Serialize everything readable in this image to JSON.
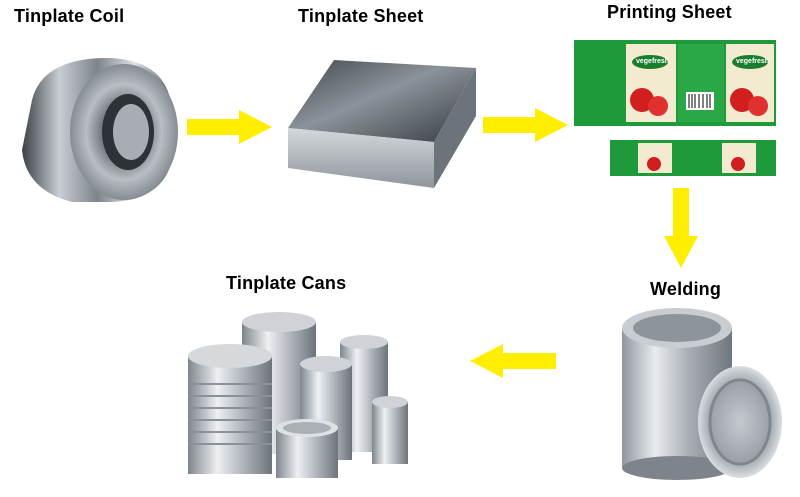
{
  "steps": [
    {
      "id": "coil",
      "label": "Tinplate Coil"
    },
    {
      "id": "sheet",
      "label": "Tinplate Sheet"
    },
    {
      "id": "printing",
      "label": "Printing Sheet"
    },
    {
      "id": "welding",
      "label": "Welding"
    },
    {
      "id": "cans",
      "label": "Tinplate Cans"
    }
  ],
  "printing_brand": "vegefresh",
  "arrow_color": "#ffee00",
  "icons": {
    "coil": "steel-coil-photo",
    "sheet": "metal-sheet-stack-photo",
    "printing": "printed-label-sheet-photo",
    "welding": "welded-tin-can-with-lid-photo",
    "cans": "group-of-tin-cans-photo"
  }
}
